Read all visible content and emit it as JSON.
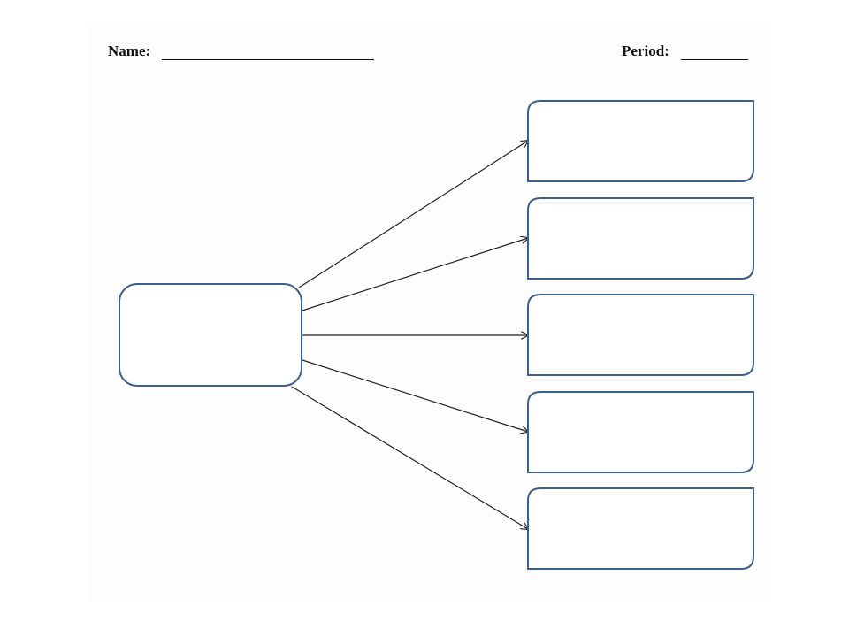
{
  "header": {
    "name_label": "Name:",
    "period_label": "Period:"
  },
  "diagram": {
    "type": "one-to-five-organizer",
    "box_stroke": "#3d5f8f",
    "arrow_stroke": "#222222",
    "source_box_text": "",
    "target_boxes": [
      "",
      "",
      "",
      "",
      ""
    ]
  }
}
